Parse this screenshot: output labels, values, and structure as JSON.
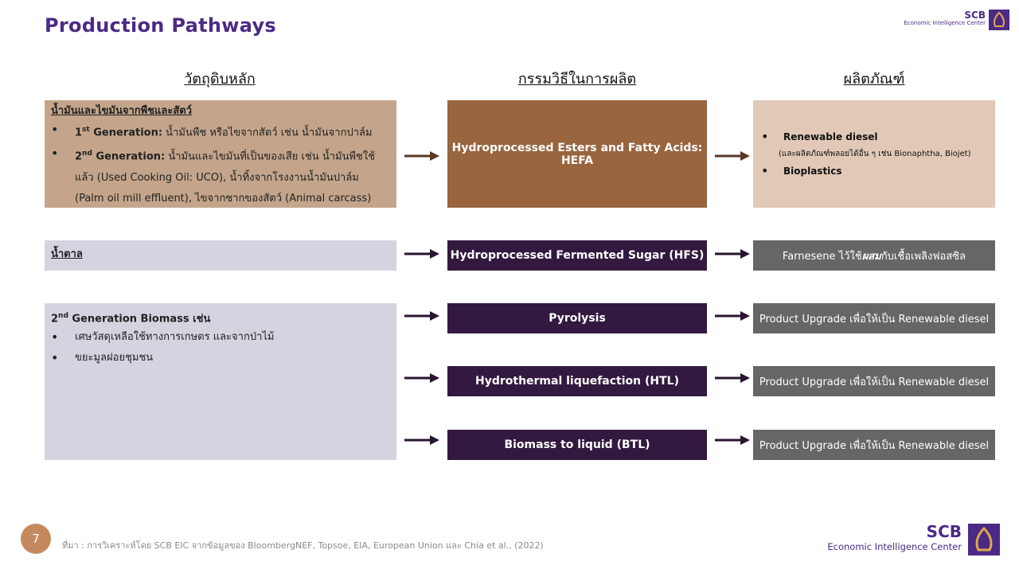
{
  "title": "Production Pathways",
  "columns": {
    "raw": "วัตถุดิบหลัก",
    "process": "กรรมวิธีในการผลิต",
    "product": "ผลิตภัณฑ์"
  },
  "raw": {
    "oils": {
      "heading": "น้ำมันและไขมันจากพืชและสัตว์",
      "item1_gen": "1",
      "item1_sup": "st",
      "item1_label": " Generation:",
      "item1_text": " น้ำมันพืช หรือไขจากสัตว์ เช่น น้ำมันจากปาล์ม",
      "item2_gen": "2",
      "item2_sup": "nd",
      "item2_label": " Generation:",
      "item2_text": " น้ำมันและไขมันที่เป็นของเสีย เช่น น้ำมันพืชใช้แล้ว (Used Cooking Oil: UCO), น้ำทิ้งจากโรงงานน้ำมันปาล์ม (Palm oil mill effluent), ไขจากซากของสัตว์ (Animal carcass)"
    },
    "sugar": {
      "heading": "น้ำตาล"
    },
    "biomass": {
      "heading_gen": "2",
      "heading_sup": "nd",
      "heading_text": " Generation Biomass เช่น",
      "item1": "เศษวัสดุเหลือใช้ทางการเกษตร และจากป่าไม้",
      "item2": "ขยะมูลฝอยชุมชน"
    }
  },
  "processes": {
    "hefa": "Hydroprocessed Esters and Fatty Acids: HEFA",
    "hfs": "Hydroprocessed Fermented Sugar (HFS)",
    "pyrolysis": "Pyrolysis",
    "htl": "Hydrothermal liquefaction (HTL)",
    "btl": "Biomass to liquid (BTL)"
  },
  "products": {
    "hefa_item1": "Renewable diesel",
    "hefa_item1_note": "(และผลิตภัณฑ์พลอยได้อื่น ๆ เช่น Bionaphtha, Biojet)",
    "hefa_item2": "Bioplastics",
    "hfs_pre": "Farnesene ไว้ใช้",
    "hfs_em": "ผสม",
    "hfs_post": "กับเชื้อเพลิงฟอสซิล",
    "pyrolysis": "Product Upgrade เพื่อให้เป็น Renewable diesel",
    "htl": "Product Upgrade เพื่อให้เป็น Renewable diesel",
    "btl": "Product Upgrade เพื่อให้เป็น Renewable diesel"
  },
  "footer": {
    "page": "7",
    "source": "ที่มา : การวิเคราะห์โดย SCB EIC จากข้อมูลของ BloombergNEF, Topsoe, EIA, European Union และ Chia et al., (2022)"
  },
  "logo": {
    "brand": "SCB",
    "sub": "Economic Intelligence Center"
  },
  "colors": {
    "title": "#4b2a86",
    "hefa_process": "#98653f",
    "dark_process": "#33193f",
    "grey_product": "#666666",
    "logo_purple": "#4b2a86",
    "logo_gold": "#e0a94a"
  }
}
